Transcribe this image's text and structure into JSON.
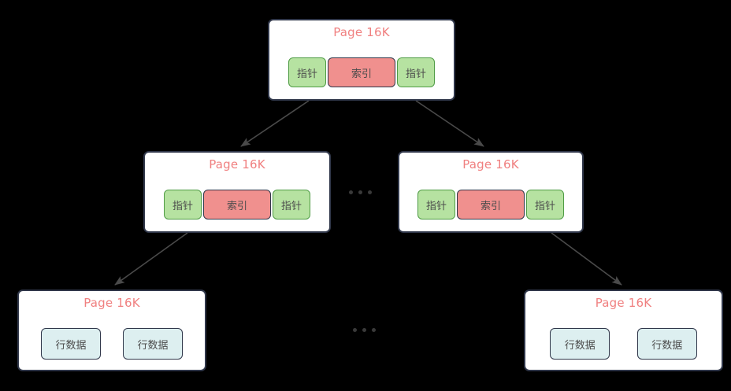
{
  "diagram": {
    "title_text": "Page 16K",
    "labels": {
      "pointer": "指针",
      "index": "索引",
      "row_data": "行数据",
      "ellipsis": "..."
    },
    "colors": {
      "background": "#000000",
      "page_fill": "#ffffff",
      "page_border": "#30374a",
      "title_text": "#f08080",
      "pointer_fill": "#b6e2a1",
      "pointer_border": "#4f9c45",
      "index_fill": "#f0908e",
      "index_border": "#30374a",
      "row_data_fill": "#ddeff0",
      "row_data_border": "#30374a",
      "arrow": "#4a4a4a",
      "ellipsis_dot": "#3a3a3a"
    },
    "levels": [
      {
        "name": "root-level",
        "pages": [
          {
            "id": "page-root",
            "title": "Page 16K",
            "cells": [
              {
                "type": "pointer",
                "label": "指针"
              },
              {
                "type": "index",
                "label": "索引"
              },
              {
                "type": "pointer",
                "label": "指针"
              }
            ]
          }
        ]
      },
      {
        "name": "branch-level",
        "pages": [
          {
            "id": "page-mid-left",
            "title": "Page 16K",
            "cells": [
              {
                "type": "pointer",
                "label": "指针"
              },
              {
                "type": "index",
                "label": "索引"
              },
              {
                "type": "pointer",
                "label": "指针"
              }
            ]
          },
          {
            "id": "page-mid-right",
            "title": "Page 16K",
            "cells": [
              {
                "type": "pointer",
                "label": "指针"
              },
              {
                "type": "index",
                "label": "索引"
              },
              {
                "type": "pointer",
                "label": "指针"
              }
            ]
          }
        ]
      },
      {
        "name": "leaf-level",
        "pages": [
          {
            "id": "page-leaf-left",
            "title": "Page 16K",
            "cells": [
              {
                "type": "row_data",
                "label": "行数据"
              },
              {
                "type": "row_data",
                "label": "行数据"
              }
            ]
          },
          {
            "id": "page-leaf-right",
            "title": "Page 16K",
            "cells": [
              {
                "type": "row_data",
                "label": "行数据"
              },
              {
                "type": "row_data",
                "label": "行数据"
              }
            ]
          }
        ]
      }
    ],
    "connectors": [
      {
        "name": "root-to-mid-left",
        "from": "page-root-left-pointer",
        "to": "page-mid-left"
      },
      {
        "name": "root-to-mid-right",
        "from": "page-root-right-pointer",
        "to": "page-mid-right"
      },
      {
        "name": "mid-left-to-leaf-left",
        "from": "page-mid-left-left-pointer",
        "to": "page-leaf-left"
      },
      {
        "name": "mid-right-to-leaf-right",
        "from": "page-mid-right-right-pointer",
        "to": "page-leaf-right"
      }
    ]
  }
}
